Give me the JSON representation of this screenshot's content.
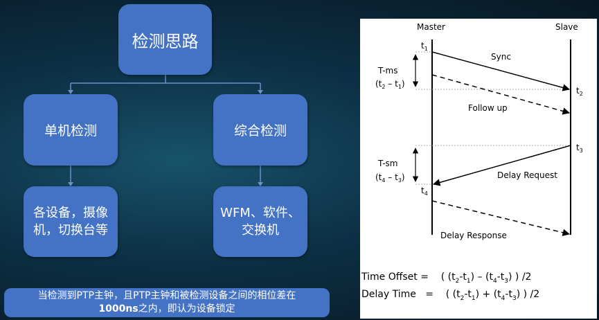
{
  "tree": {
    "root": "检测思路",
    "left": {
      "label": "单机检测",
      "child": "各设备，摄像机，切换台等"
    },
    "right": {
      "label": "综合检测",
      "child": "WFM、软件、交换机"
    }
  },
  "note": {
    "line1": "当检测到PTP主钟，且PTP主钟和被检测设备之间的相位差在",
    "line2_bold": "1000ns",
    "line2_rest": "之内，即认为设备锁定"
  },
  "ptp": {
    "master": "Master",
    "slave": "Slave",
    "messages": {
      "sync": "Sync",
      "follow_up": "Follow up",
      "delay_request": "Delay Request",
      "delay_response": "Delay Response"
    },
    "times": {
      "t1": "1",
      "t2": "2",
      "t3": "3",
      "t4": "4"
    },
    "labels": {
      "t_ms": "T-ms",
      "t_sm": "T-sm"
    },
    "formulas": {
      "offset_label": "Time Offset",
      "delay_label": "Delay Time"
    }
  },
  "colors": {
    "node": "#4472c4",
    "connector": "#6f8fc9"
  }
}
